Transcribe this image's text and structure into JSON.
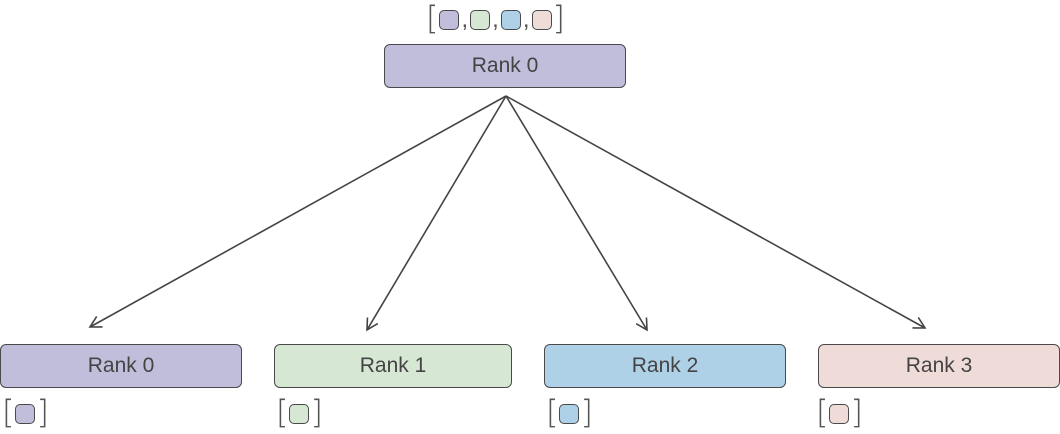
{
  "colors": {
    "purple": "#c0bedb",
    "green": "#d6e7d4",
    "blue": "#aed1e8",
    "pink": "#efdcd8",
    "stroke": "#4a4a4a",
    "arrow": "#444444"
  },
  "root": {
    "label": "Rank 0",
    "data_chips": [
      "purple",
      "green",
      "blue",
      "pink"
    ]
  },
  "children": [
    {
      "label": "Rank 0",
      "color": "purple",
      "data_chips": [
        "purple"
      ]
    },
    {
      "label": "Rank 1",
      "color": "green",
      "data_chips": [
        "green"
      ]
    },
    {
      "label": "Rank 2",
      "color": "blue",
      "data_chips": [
        "blue"
      ]
    },
    {
      "label": "Rank 3",
      "color": "pink",
      "data_chips": [
        "pink"
      ]
    }
  ]
}
